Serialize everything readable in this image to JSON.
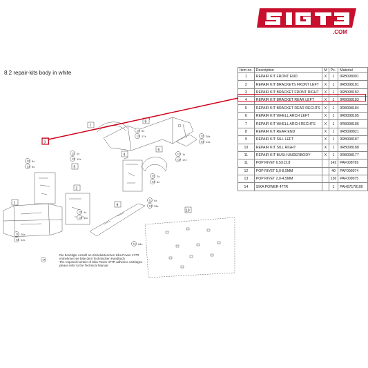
{
  "brand": {
    "logo_text": "SIGT3",
    "domain": ".COM",
    "color": "#c8102e"
  },
  "section": {
    "number": "8.2",
    "title": "repair-kits body in white",
    "label": "8.2  repair-kits body in white"
  },
  "table": {
    "headers": {
      "no": "Item no.",
      "desc": "Description",
      "m": "M",
      "pc": "Pc.",
      "mat": "Material"
    },
    "rows": [
      {
        "no": "1",
        "desc": "REPAIR KIT FRONT END",
        "m": "X",
        "pc": "1",
        "mat": "9RB098091"
      },
      {
        "no": "2",
        "desc": "REPAIR KIT BRACKETS FRONT LEFT",
        "m": "X",
        "pc": "1",
        "mat": "9RB098181"
      },
      {
        "no": "3",
        "desc": "REPAIR KIT BRACKET FRONT RIGHT",
        "m": "X",
        "pc": "1",
        "mat": "9RB098182"
      },
      {
        "no": "4",
        "desc": "REPAIR KIT BRACKET REAR LEFT",
        "m": "X",
        "pc": "1",
        "mat": "9RB098183"
      },
      {
        "no": "5",
        "desc": "REPAIR KIT BRACKET REAR RECHTS",
        "m": "X",
        "pc": "1",
        "mat": "9RB098184"
      },
      {
        "no": "6",
        "desc": "REPAIR KIT WHELL ARCH LEFT",
        "m": "X",
        "pc": "1",
        "mat": "9RB098185"
      },
      {
        "no": "7",
        "desc": "REPAIR KIT WHELL ARCH RECHTS",
        "m": "X",
        "pc": "1",
        "mat": "9RB098186"
      },
      {
        "no": "8",
        "desc": "REPAIR KIT REAR END",
        "m": "X",
        "pc": "1",
        "mat": "9RB098821"
      },
      {
        "no": "9",
        "desc": "REPAIR KIT SILL LEFT",
        "m": "X",
        "pc": "1",
        "mat": "9RB098187"
      },
      {
        "no": "10",
        "desc": "REPAIR KIT SILL RIGHT",
        "m": "X",
        "pc": "1",
        "mat": "9RB098188"
      },
      {
        "no": "11",
        "desc": "REPAIR KIT BUSH UNDERBODY",
        "m": "X",
        "pc": "1",
        "mat": "9RB098177"
      },
      {
        "no": "11",
        "desc": "POP RIVET 6.5X12.8",
        "m": "",
        "pc": "142",
        "mat": "PAF008769"
      },
      {
        "no": "12",
        "desc": "POP RIVET 5,0-8,5MM",
        "m": "",
        "pc": "40",
        "mat": "PAF009074"
      },
      {
        "no": "13",
        "desc": "POP RIVET 2,0-4,5MM",
        "m": "",
        "pc": "136",
        "mat": "PAF009075"
      },
      {
        "no": "14",
        "desc": "SIKA POWER 477R",
        "m": "",
        "pc": "1",
        "mat": "PAH07178100"
      }
    ],
    "highlight_color": "#d0021b"
  },
  "diagram": {
    "callouts": [
      "1",
      "2",
      "3",
      "4",
      "5",
      "6",
      "7",
      "8",
      "9",
      "10",
      "11",
      "12",
      "13",
      "14"
    ],
    "qty_labels": {
      "q_28x": "28x",
      "q_14x": "14x",
      "q_17x_a": "17x",
      "q_1x": "1x",
      "q_17x_b": "17x",
      "q_2x_a": "2x",
      "q_12x": "12x",
      "q_5x_a": "5x",
      "q_5x_b": "5x",
      "q_2x_b": "2x",
      "q_8x": "8x",
      "q_5x_c": "5x",
      "q_33x": "33x",
      "q_5x_d": "5x",
      "q_11x": "11x",
      "q_26x": "26x",
      "q_12x_b": "12x",
      "q_64x": "64x",
      "q_1x_b": "1x"
    }
  },
  "note": {
    "line1": "Die benötigte Anzahl an Klebekartuschen Sika Power 477R",
    "line2": "entnehmen sie bitte dem Technischen Handbuch",
    "line3": "The required number of Sika Power 477R adhesive cartridges",
    "line4": "please refer to the Technical Manual"
  }
}
